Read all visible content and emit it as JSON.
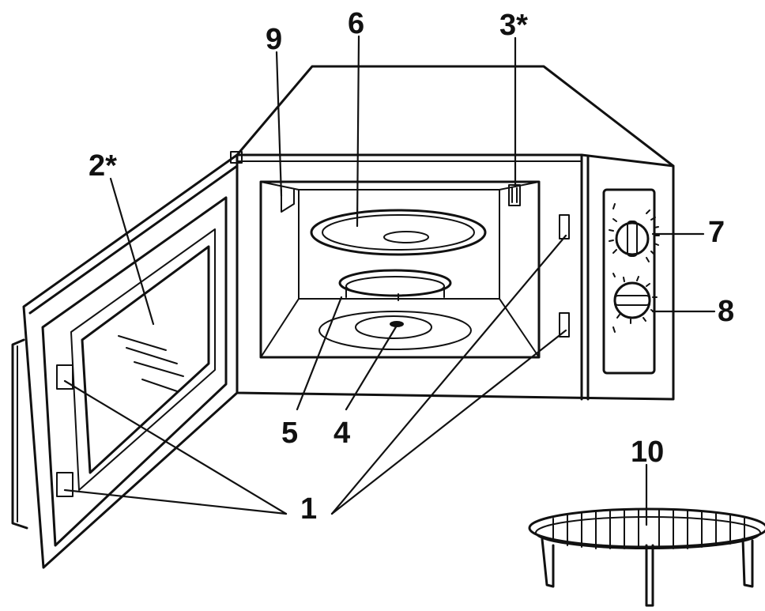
{
  "callouts": {
    "c1": "1",
    "c2": "2*",
    "c3": "3*",
    "c4": "4",
    "c5": "5",
    "c6": "6",
    "c7": "7",
    "c8": "8",
    "c9": "9",
    "c10": "10"
  },
  "colors": {
    "line": "#111111",
    "background": "#ffffff"
  }
}
